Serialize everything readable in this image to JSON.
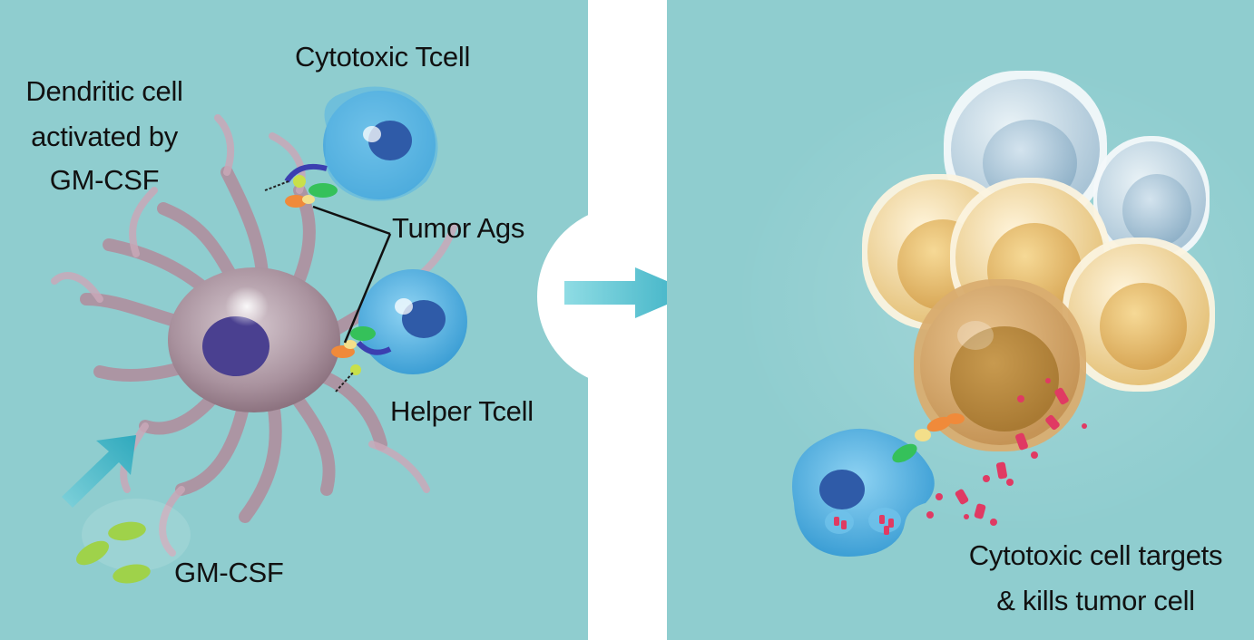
{
  "left_panel": {
    "labels": {
      "cytotoxic_tcell": "Cytotoxic Tcell",
      "dendritic_line1": "Dendritic cell",
      "dendritic_line2": "activated by",
      "dendritic_line3": "GM-CSF",
      "tumor_ags": "Tumor Ags",
      "helper_tcell": "Helper Tcell",
      "gm_csf": "GM-CSF"
    }
  },
  "right_panel": {
    "labels": {
      "result_line1": "Cytotoxic cell targets",
      "result_line2": "& kills tumor cell"
    }
  },
  "colors": {
    "panel_background": "#8fcdcf",
    "divider": "#ffffff",
    "arrow": "#4fb9c6",
    "dendritic_cell": "#b7a4ad",
    "tcell": "#4aaede",
    "tumor_cell": "#e8c98a",
    "granzyme": "#e03a63",
    "gm_csf_particles": "#9fd24a"
  }
}
